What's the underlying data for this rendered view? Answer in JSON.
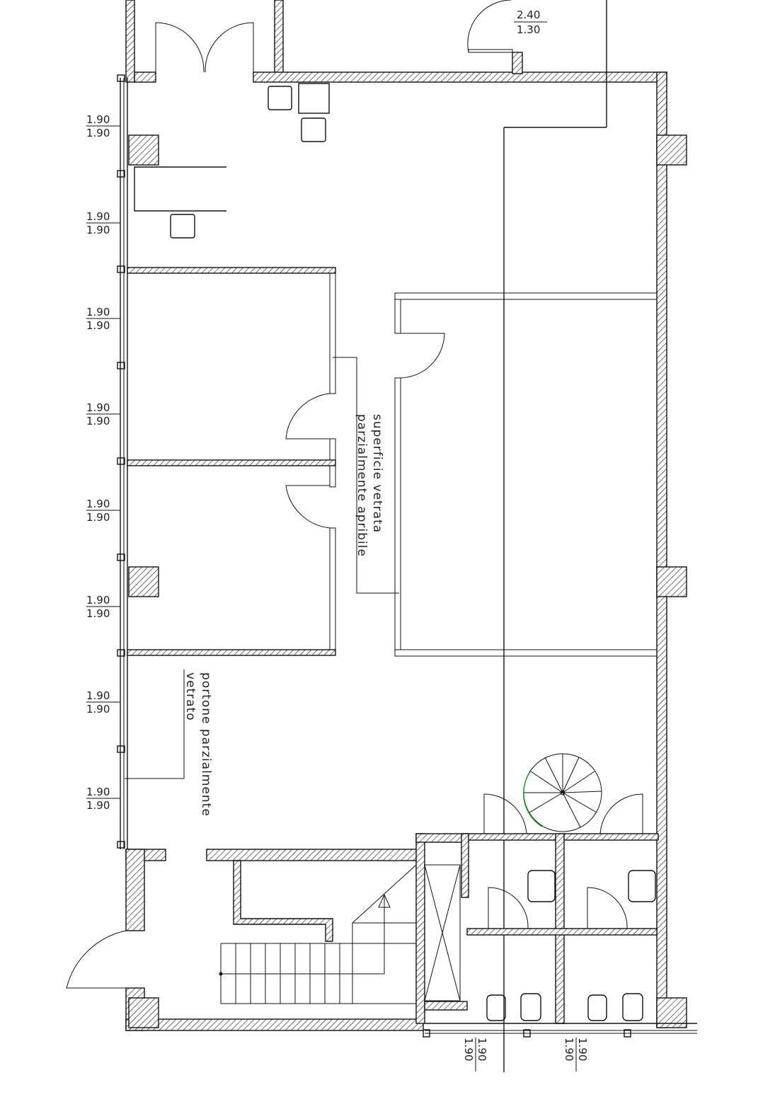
{
  "drawing": {
    "top_dimension": {
      "top": "2.40",
      "bottom": "1.30"
    },
    "left_window_dimensions": [
      {
        "top": "1.90",
        "bottom": "1.90"
      },
      {
        "top": "1.90",
        "bottom": "1.90"
      },
      {
        "top": "1.90",
        "bottom": "1.90"
      },
      {
        "top": "1.90",
        "bottom": "1.90"
      },
      {
        "top": "1.90",
        "bottom": "1.90"
      },
      {
        "top": "1.90",
        "bottom": "1.90"
      },
      {
        "top": "1.90",
        "bottom": "1.90"
      },
      {
        "top": "1.90",
        "bottom": "1.90"
      }
    ],
    "bottom_window_dimensions": [
      {
        "top": "1.90",
        "bottom": "1.90"
      },
      {
        "top": "1.90",
        "bottom": "1.90"
      }
    ],
    "notes": {
      "glass_surface_line1": "superficie vetrata",
      "glass_surface_line2": "parzialmente apribile",
      "door_line1": "portone parzialmente",
      "door_line2": "vetrato"
    },
    "colors": {
      "line": "#111111",
      "stair_arc": "#2a9d2a"
    }
  }
}
